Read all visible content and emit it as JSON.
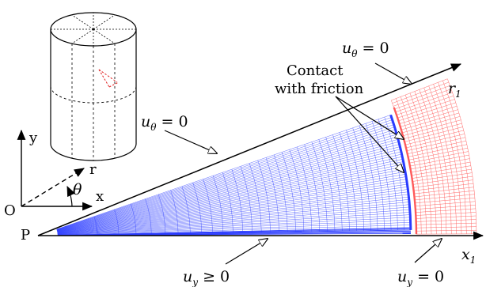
{
  "labels": {
    "u_theta_top": "u",
    "u_theta_top_sub": "θ",
    "u_theta_top_rhs": " = 0",
    "u_theta_mid": "u",
    "u_theta_mid_sub": "θ",
    "u_theta_mid_rhs": " = 0",
    "u_y_ge": "u",
    "u_y_ge_sub": "y",
    "u_y_ge_rhs": " ≥ 0",
    "u_y_eq": "u",
    "u_y_eq_sub": "y",
    "u_y_eq_rhs": " = 0",
    "contact_line1": "Contact",
    "contact_line2": "with friction",
    "r1": "r",
    "r1_sub": "1",
    "x1": "x",
    "x1_sub": "1",
    "P": "P",
    "O": "O",
    "axis_y": "y",
    "axis_x": "x",
    "axis_r": "r",
    "axis_theta": "θ"
  },
  "colors": {
    "mesh_blue": "#2a3bff",
    "mesh_red": "#ff5a5a",
    "cylinder_dashed_red": "#e02020",
    "line": "#000000"
  }
}
